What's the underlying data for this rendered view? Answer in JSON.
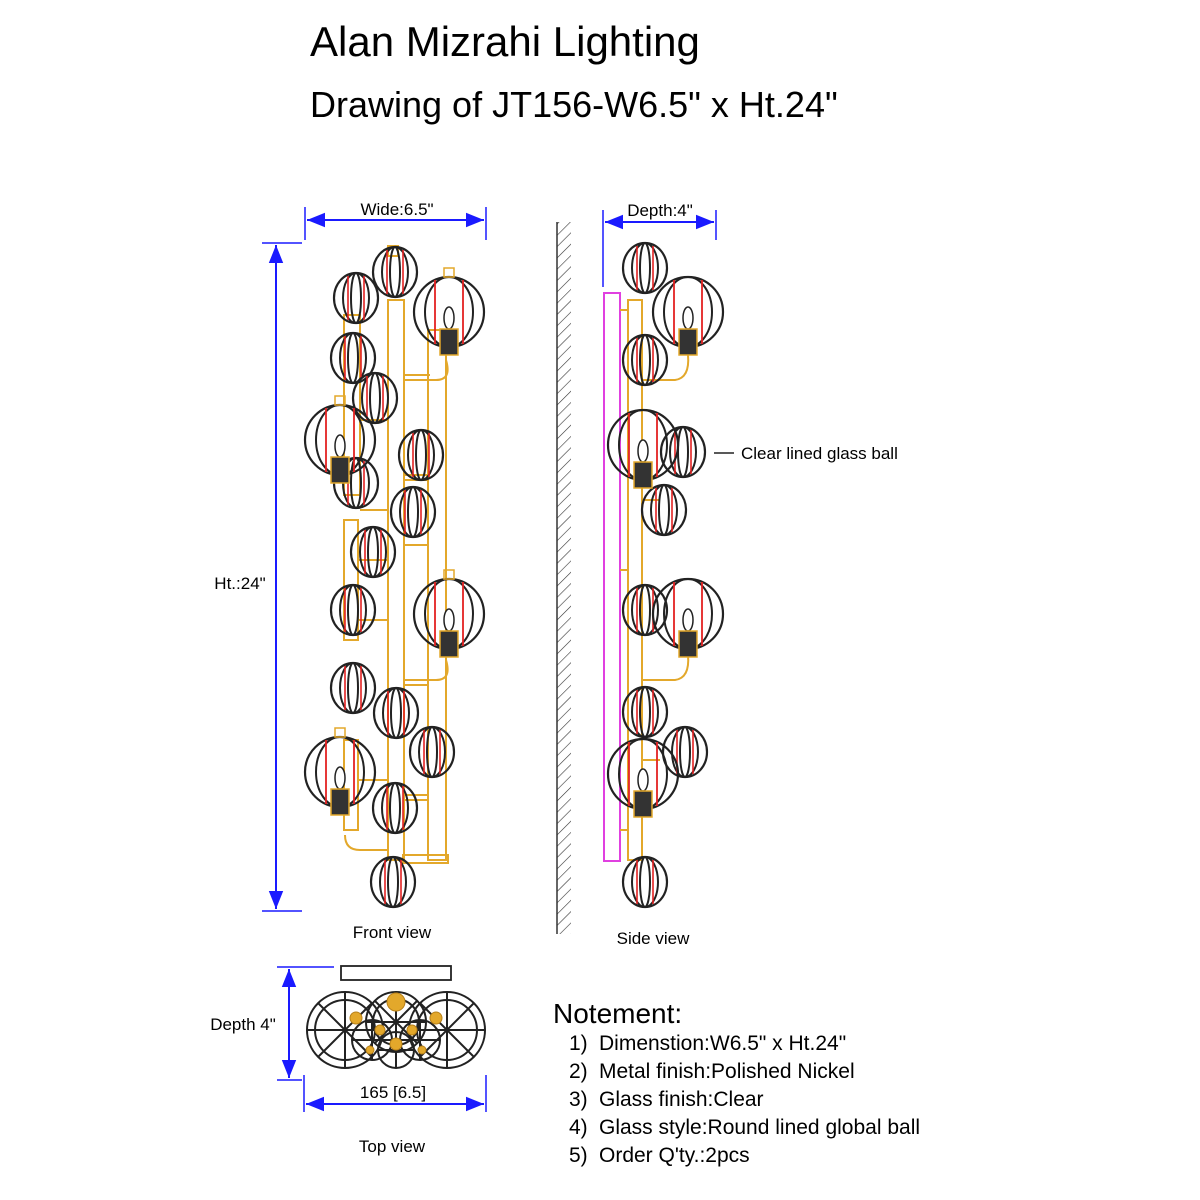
{
  "header": {
    "title": "Alan Mizrahi Lighting",
    "subtitle": "Drawing of JT156-W6.5\" x Ht.24\""
  },
  "front_view": {
    "label": "Front view",
    "width_dim": "Wide:6.5\"",
    "height_dim": "Ht.:24\""
  },
  "side_view": {
    "label": "Side view",
    "depth_dim": "Depth:4\"",
    "callout": "Clear lined glass ball"
  },
  "top_view": {
    "label": "Top view",
    "depth_dim": "Depth 4\"",
    "width_dim": "165 [6.5]"
  },
  "notes": {
    "title": "Notement:",
    "items": [
      {
        "num": "1)",
        "text": "Dimenstion:W6.5\" x Ht.24\""
      },
      {
        "num": "2)",
        "text": "Metal finish:Polished Nickel"
      },
      {
        "num": "3)",
        "text": "Glass finish:Clear"
      },
      {
        "num": "4)",
        "text": "Glass style:Round lined global ball"
      },
      {
        "num": "5)",
        "text": "Order Q'ty.:2pcs"
      }
    ]
  },
  "colors": {
    "dimension": "#1a1aff",
    "frame": "#e3a82b",
    "glass_outline": "#222222",
    "glass_liner": "#e32222",
    "socket": "#333333",
    "canopy": "#e040e0"
  }
}
